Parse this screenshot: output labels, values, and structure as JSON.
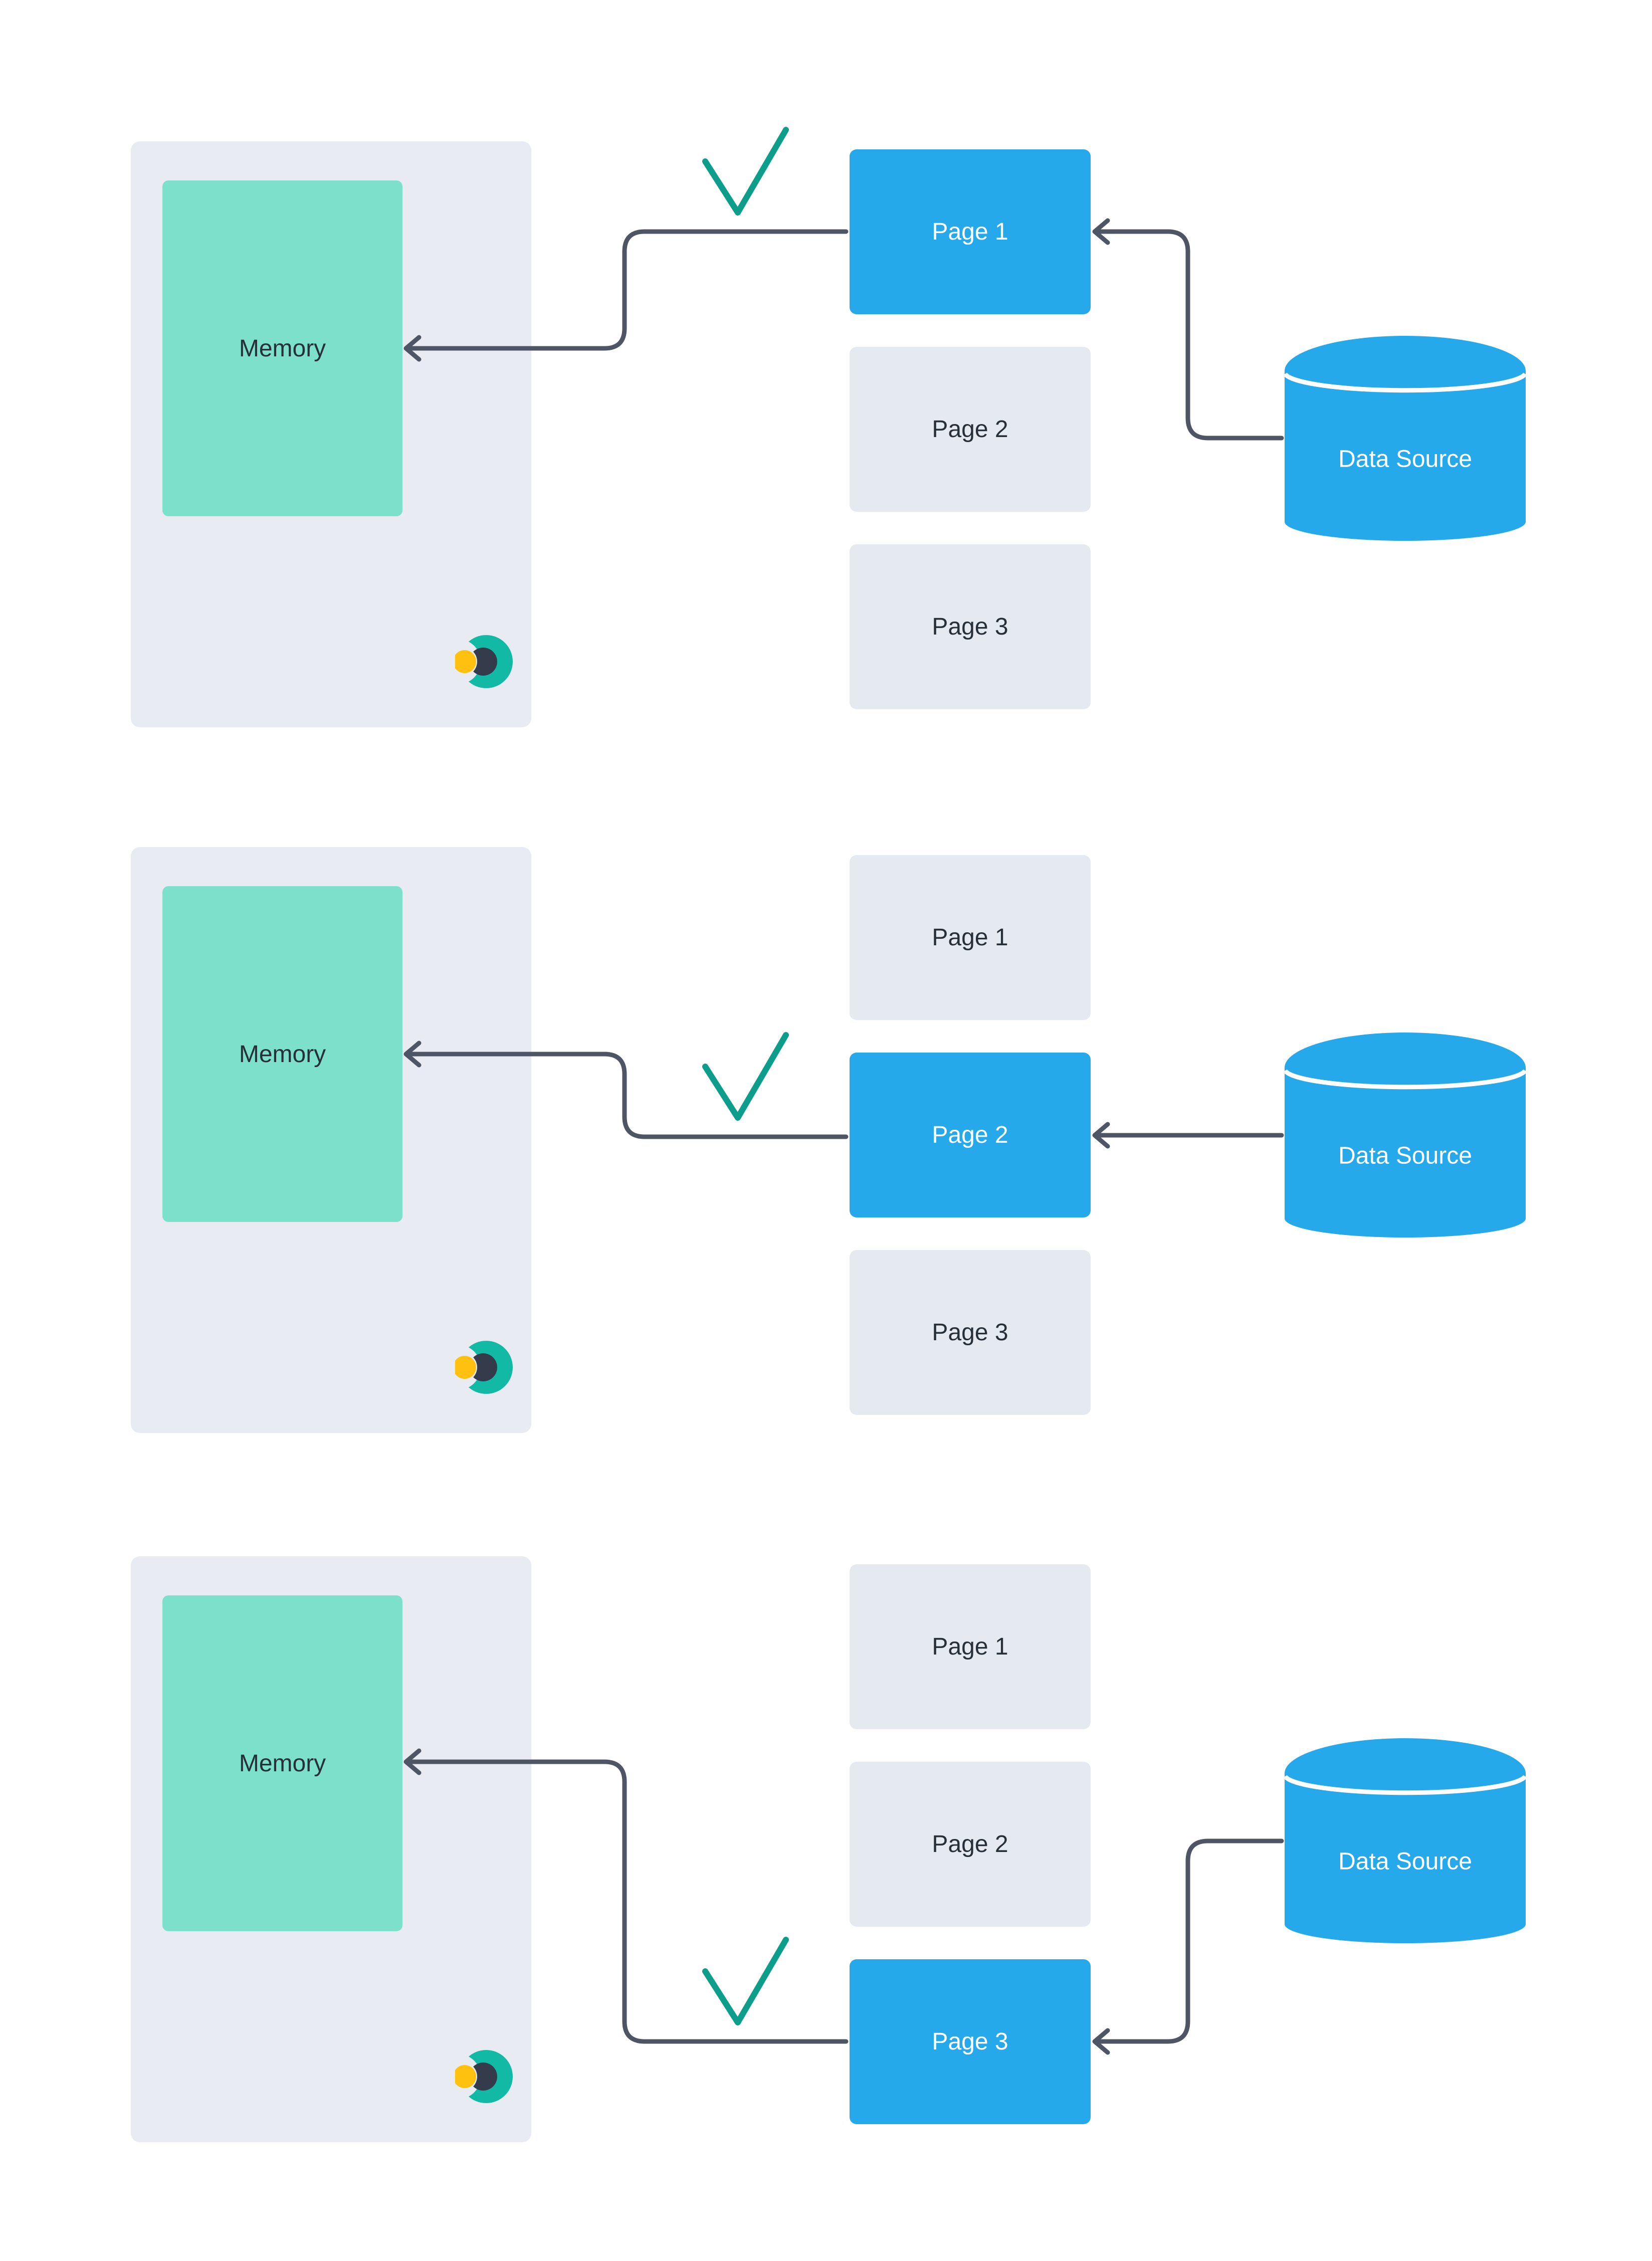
{
  "diagram": {
    "title": "lazy-loading-pages-diagram",
    "panels": [
      {
        "memory_label": "Memory",
        "pages": [
          {
            "label": "Page 1",
            "active": true
          },
          {
            "label": "Page 2",
            "active": false
          },
          {
            "label": "Page 3",
            "active": false
          }
        ],
        "datasource_label": "Data Source",
        "check_icon": "check-mark"
      },
      {
        "memory_label": "Memory",
        "pages": [
          {
            "label": "Page 1",
            "active": false
          },
          {
            "label": "Page 2",
            "active": true
          },
          {
            "label": "Page 3",
            "active": false
          }
        ],
        "datasource_label": "Data Source",
        "check_icon": "check-mark"
      },
      {
        "memory_label": "Memory",
        "pages": [
          {
            "label": "Page 1",
            "active": false
          },
          {
            "label": "Page 2",
            "active": false
          },
          {
            "label": "Page 3",
            "active": true
          }
        ],
        "datasource_label": "Data Source",
        "check_icon": "check-mark"
      }
    ],
    "colors": {
      "blue": "#26a9eb",
      "memory-teal": "#7de0cb",
      "panel-gray": "#e8ebf2",
      "page-gray": "#e5e9f0",
      "arrow": "#4e5665",
      "check": "#0c9e8b",
      "dark-text": "#273039",
      "white-text": "#ffffff",
      "logo-teal": "#12b9a4",
      "logo-dark": "#343b4b",
      "logo-yellow": "#ffc110"
    }
  }
}
